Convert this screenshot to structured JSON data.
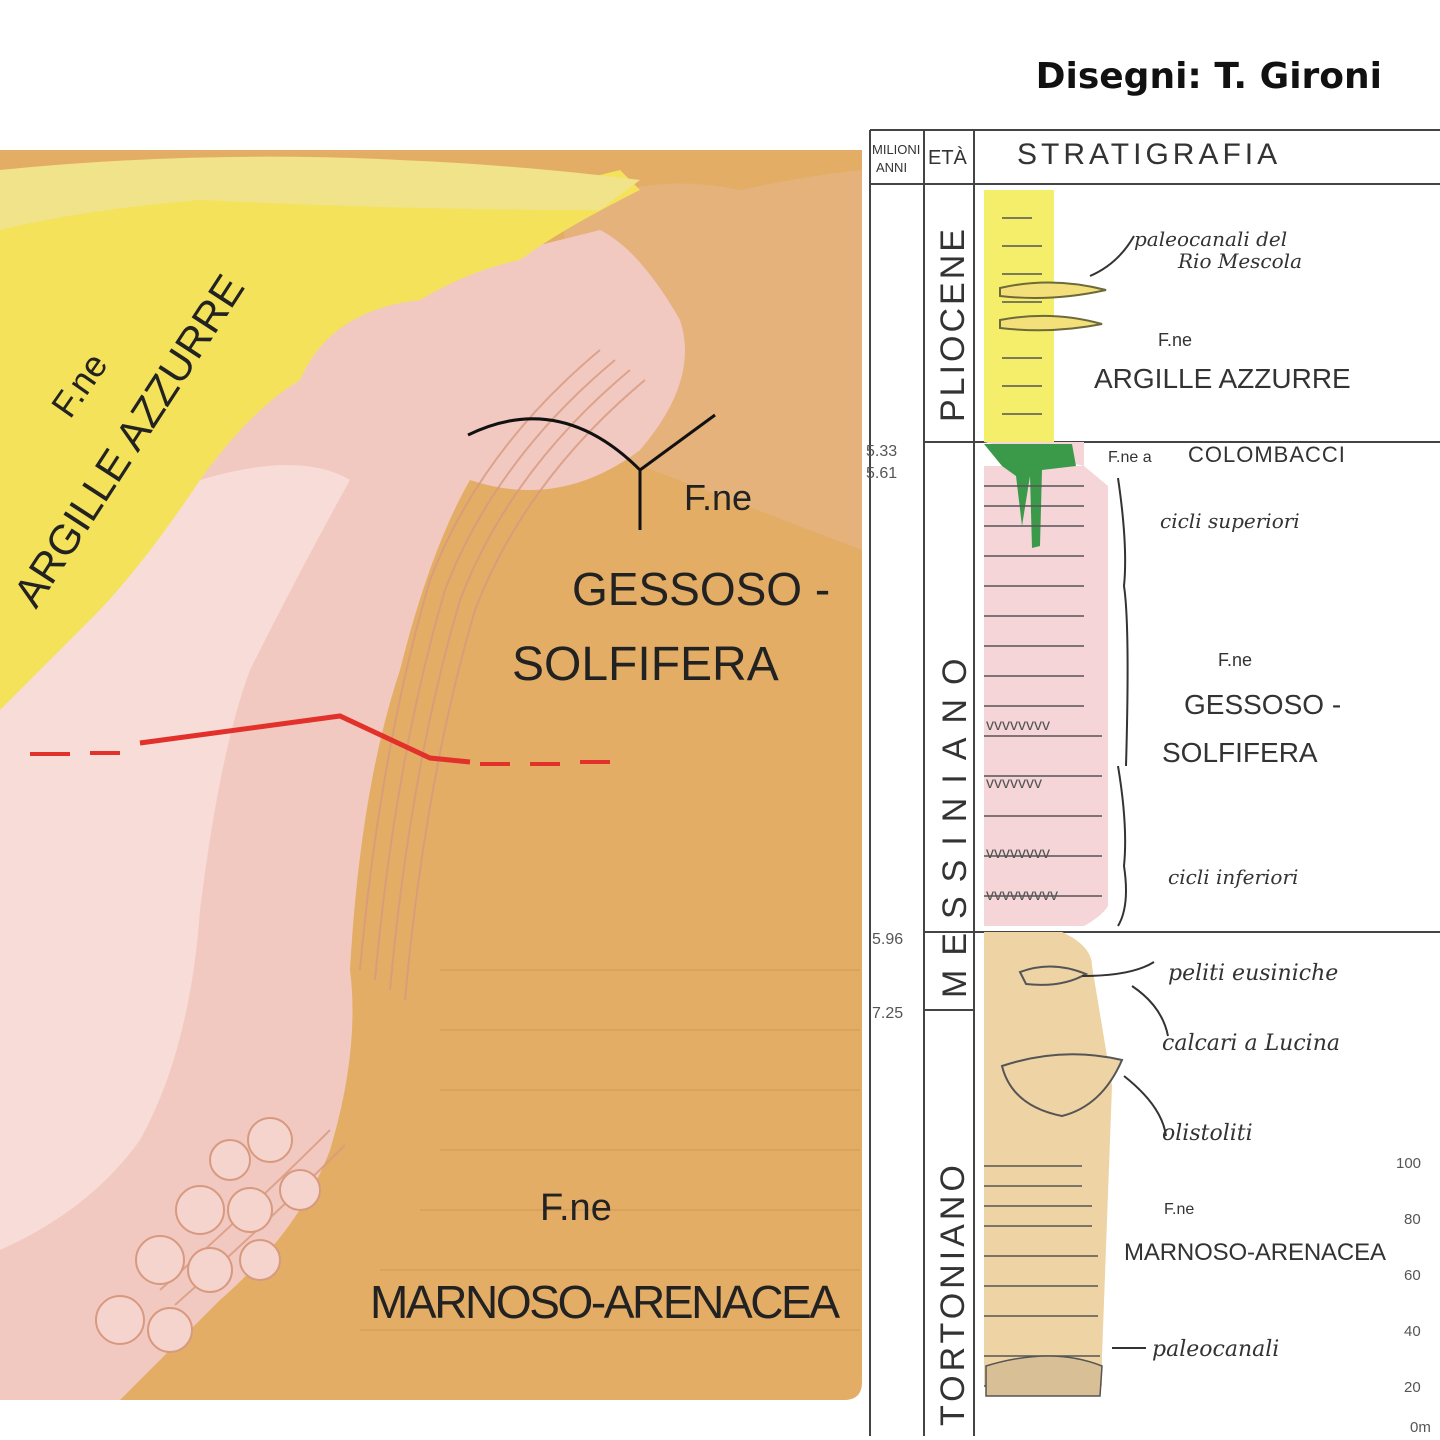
{
  "credit": "Disegni: T. Gironi",
  "landscape": {
    "argille": {
      "prefix": "F.ne",
      "name": "ARGILLE AZZURRE"
    },
    "gessoso": {
      "prefix": "F.ne",
      "line1": "GESSOSO -",
      "line2": "SOLFIFERA"
    },
    "marnoso": {
      "prefix": "F.ne",
      "name": "MARNOSO-ARENACEA"
    }
  },
  "column": {
    "header_time": [
      "MILIONI",
      "ANNI"
    ],
    "header_age": "ETÀ",
    "header_strat": "STRATIGRAFIA",
    "ages": [
      "PLIOCENE",
      "MESSINIANO",
      "TORTONIANO"
    ],
    "time_marks": [
      "5.33",
      "5.61",
      "5.96",
      "7.25"
    ],
    "labels": {
      "paleocanali_rio_1": "paleocanali del",
      "paleocanali_rio_2": "Rio Mescola",
      "fne_argille_prefix": "F.ne",
      "argille": "ARGILLE AZZURRE",
      "colombacci_prefix": "F.ne a",
      "colombacci": "COLOMBACCI",
      "cicli_superiori": "cicli superiori",
      "fne_gessoso_prefix": "F.ne",
      "gessoso_1": "GESSOSO -",
      "gessoso_2": "SOLFIFERA",
      "cicli_inferiori": "cicli inferiori",
      "peliti": "peliti eusiniche",
      "calcari": "calcari a Lucina",
      "olistoliti": "olistoliti",
      "fne_marnoso_prefix": "F.ne",
      "marnoso": "MARNOSO-ARENACEA",
      "paleocanali": "paleocanali"
    },
    "scale": [
      "100",
      "80",
      "60",
      "40",
      "20",
      "0m"
    ]
  }
}
